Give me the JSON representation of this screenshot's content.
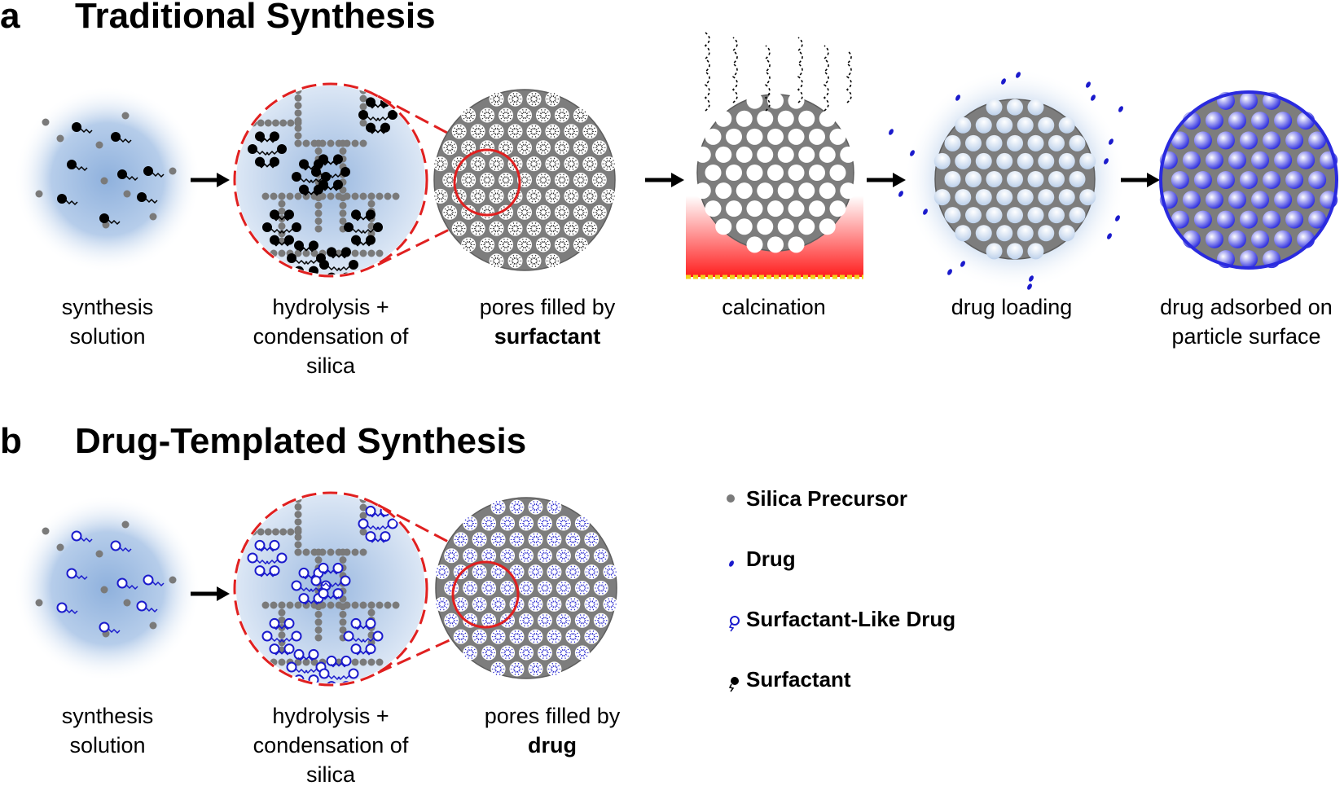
{
  "panel_a": {
    "letter": "a",
    "title": "Traditional Synthesis",
    "steps": [
      {
        "lines": [
          "synthesis",
          "solution"
        ]
      },
      {
        "lines": [
          "hydrolysis +",
          "condensation of",
          "silica"
        ]
      },
      {
        "lines": [
          "pores filled by"
        ],
        "bold": "surfactant"
      },
      {
        "lines": [
          "calcination"
        ]
      },
      {
        "lines": [
          "drug loading"
        ]
      },
      {
        "lines": [
          "drug adsorbed on",
          "particle surface"
        ]
      }
    ]
  },
  "panel_b": {
    "letter": "b",
    "title": "Drug-Templated Synthesis",
    "steps": [
      {
        "lines": [
          "synthesis",
          "solution"
        ]
      },
      {
        "lines": [
          "hydrolysis +",
          "condensation of",
          "silica"
        ]
      },
      {
        "lines": [
          "pores filled by"
        ],
        "bold": "drug"
      }
    ]
  },
  "legend": [
    {
      "label": "Silica Precursor",
      "icon": "silica-precursor-icon"
    },
    {
      "label": "Drug",
      "icon": "drug-icon"
    },
    {
      "label": "Surfactant-Like Drug",
      "icon": "surfactant-like-drug-icon"
    },
    {
      "label": "Surfactant",
      "icon": "surfactant-icon"
    }
  ],
  "colors": {
    "silica": "#7a7a7a",
    "silica_dark": "#555555",
    "surfactant": "#000000",
    "drug": "#1a1acc",
    "zoom_circle": "#e02020",
    "solution_glow": "#a9c4e6",
    "heat": "#ff2020",
    "heat_plate": "#f2d21a"
  }
}
